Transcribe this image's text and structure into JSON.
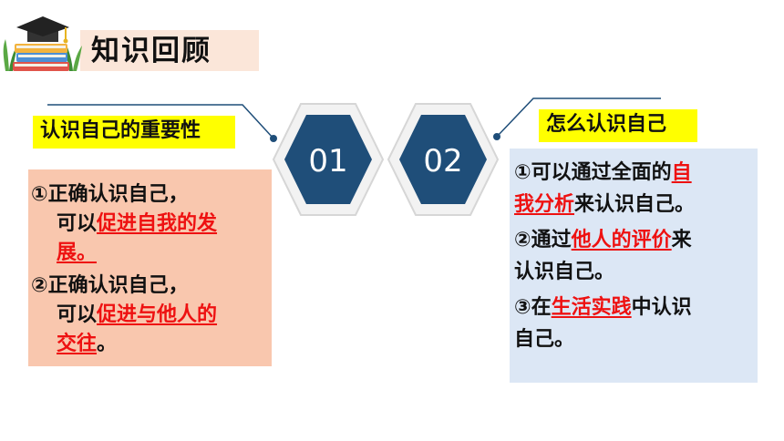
{
  "header": {
    "title": "知识回顾"
  },
  "label_left": "认识自己的重要性",
  "label_right": "怎么认识自己",
  "hexagons": [
    {
      "label": "01"
    },
    {
      "label": "02"
    }
  ],
  "left_panel": {
    "item1": {
      "prefix": "①正确认识自己，",
      "line2_pre": "可以",
      "highlight_a": "促进自我的发",
      "highlight_b": "展。"
    },
    "item2": {
      "prefix": "②正确认识自己，",
      "line2_pre": "可以",
      "highlight_a": "促进与他人的",
      "highlight_b": "交往",
      "suffix": "。"
    }
  },
  "right_panel": {
    "item1": {
      "pre": "①可以通过全面的",
      "hl_a": "自",
      "hl_b": "我分析",
      "post": "来认识自己。"
    },
    "item2": {
      "pre": "②通过",
      "hl": "他人的评价",
      "post": "来",
      "line2": "认识自己。"
    },
    "item3": {
      "pre": "③在",
      "hl": "生活实践",
      "post": "中认识",
      "line2": "自己。"
    }
  },
  "colors": {
    "label_bg": "#ffff00",
    "left_panel_bg": "#f9c7ae",
    "right_panel_bg": "#dce7f5",
    "hexagon_fill": "#1f4e79",
    "highlight_text": "#ee1111",
    "header_bg": "#fbe6d9"
  }
}
